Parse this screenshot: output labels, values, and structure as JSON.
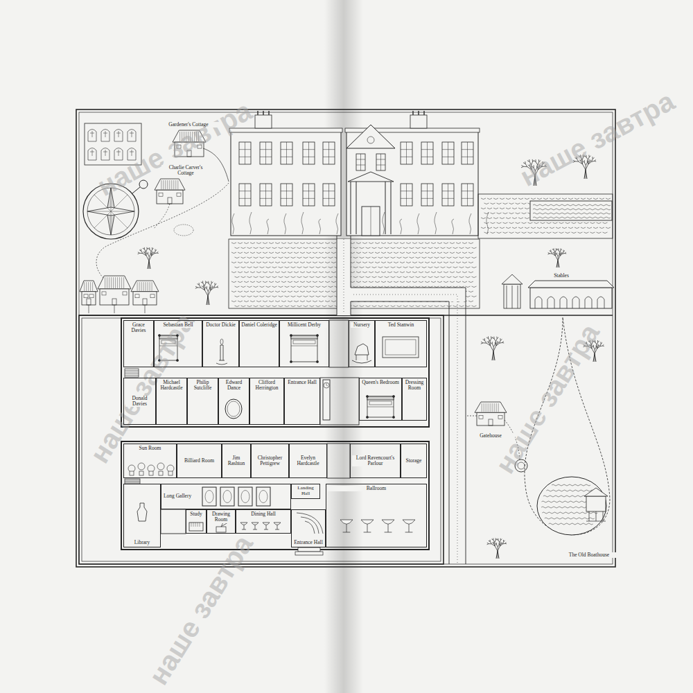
{
  "diagram": {
    "nodes": [
      {
        "text": [
          "Grace Davies"
        ]
      },
      {
        "text": [
          "Sebastian Bell"
        ]
      },
      {
        "text": [
          "Doctor Dickie"
        ]
      },
      {
        "text": [
          "Daniel Coleridge"
        ]
      },
      {
        "text": [
          "Millicent Derby"
        ]
      },
      {
        "text": [
          "Nursery"
        ]
      },
      {
        "text": [
          "Ted Stanwin"
        ]
      },
      {
        "text": [
          "Donald Davies"
        ]
      },
      {
        "text": [
          "Michael Hardcastle"
        ]
      },
      {
        "text": [
          "Philip Sutcliffe"
        ]
      },
      {
        "text": [
          "Edward Dance"
        ]
      },
      {
        "text": [
          "Clifford Herrington"
        ]
      },
      {
        "text": [
          "Entrance Hall"
        ]
      },
      {
        "text": [
          "Queen's Bedroom"
        ]
      },
      {
        "text": [
          "Dressing Room"
        ]
      },
      {
        "text": [
          "Sun Room"
        ]
      },
      {
        "text": [
          "Billiard Room"
        ]
      },
      {
        "text": [
          "Jim Rashton"
        ]
      },
      {
        "text": [
          "Christopher Pettigrew"
        ]
      },
      {
        "text": [
          "Evelyn Hardcastle"
        ]
      },
      {
        "text": [
          "Lord Ravencourt's Parlour"
        ]
      },
      {
        "text": [
          "Storage"
        ]
      },
      {
        "text": [
          "Library"
        ]
      },
      {
        "text": [
          "Long Gallery"
        ]
      },
      {
        "text": [
          "Landing Hall"
        ]
      },
      {
        "text": [
          "Study"
        ]
      },
      {
        "text": [
          "Drawing Room"
        ]
      },
      {
        "text": [
          "Dining Hall"
        ]
      },
      {
        "text": [
          "Ballroom"
        ]
      },
      {
        "text": [
          "Entrance Hall"
        ]
      }
    ],
    "labels": [
      "наше завтра",
      "Gardener's Cottage",
      "Charlie Carver's Cottage",
      "наше завтра",
      "Stables",
      "наше завтра",
      "наше завтра",
      "Gatehouse",
      "наше завтра",
      "The Old Boathouse"
    ]
  }
}
